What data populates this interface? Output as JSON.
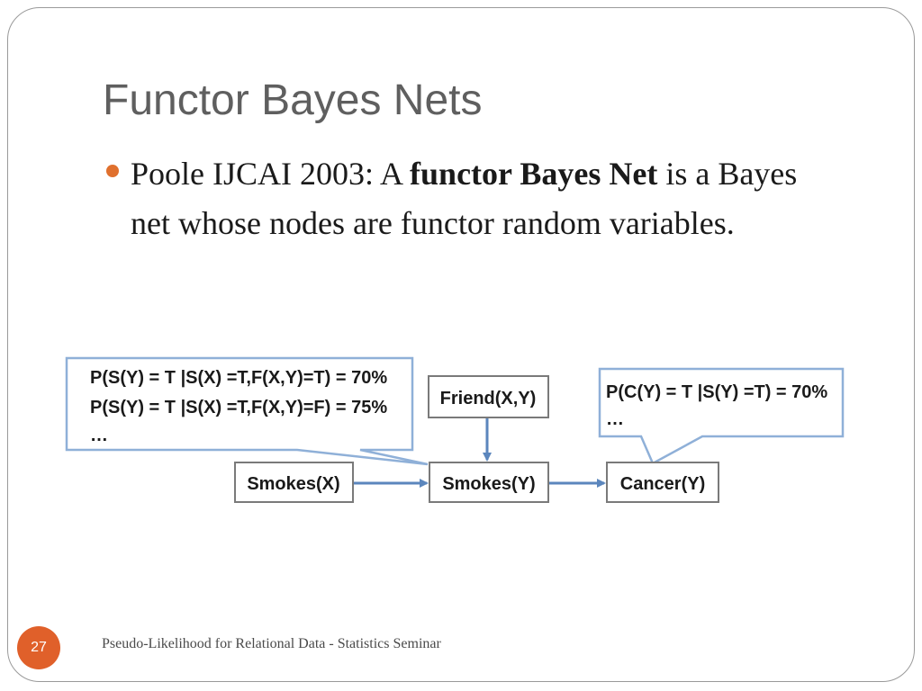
{
  "slide": {
    "title": "Functor Bayes Nets",
    "bullet": {
      "prefix": "Poole IJCAI 2003: A ",
      "bold": "functor Bayes Net",
      "suffix": " is a Bayes net whose nodes are functor random variables."
    },
    "page_number": "27",
    "footer": "Pseudo-Likelihood for Relational Data - Statistics Seminar"
  },
  "diagram": {
    "nodes": {
      "smokes_x": "Smokes(X)",
      "smokes_y": "Smokes(Y)",
      "cancer_y": "Cancer(Y)",
      "friend_xy": "Friend(X,Y)"
    },
    "callout_left": {
      "line1": "P(S(Y) = T |S(X) =T,F(X,Y)=T) = 70%",
      "line2": "P(S(Y) = T |S(X) =T,F(X,Y)=F) = 75%",
      "line3": "…"
    },
    "callout_right": {
      "line1": "P(C(Y) = T |S(Y) =T) = 70%",
      "line2": "…"
    },
    "colors": {
      "node_border": "#7a7a7a",
      "callout_border": "#8fb0d8",
      "arrow": "#5b86bd"
    }
  }
}
